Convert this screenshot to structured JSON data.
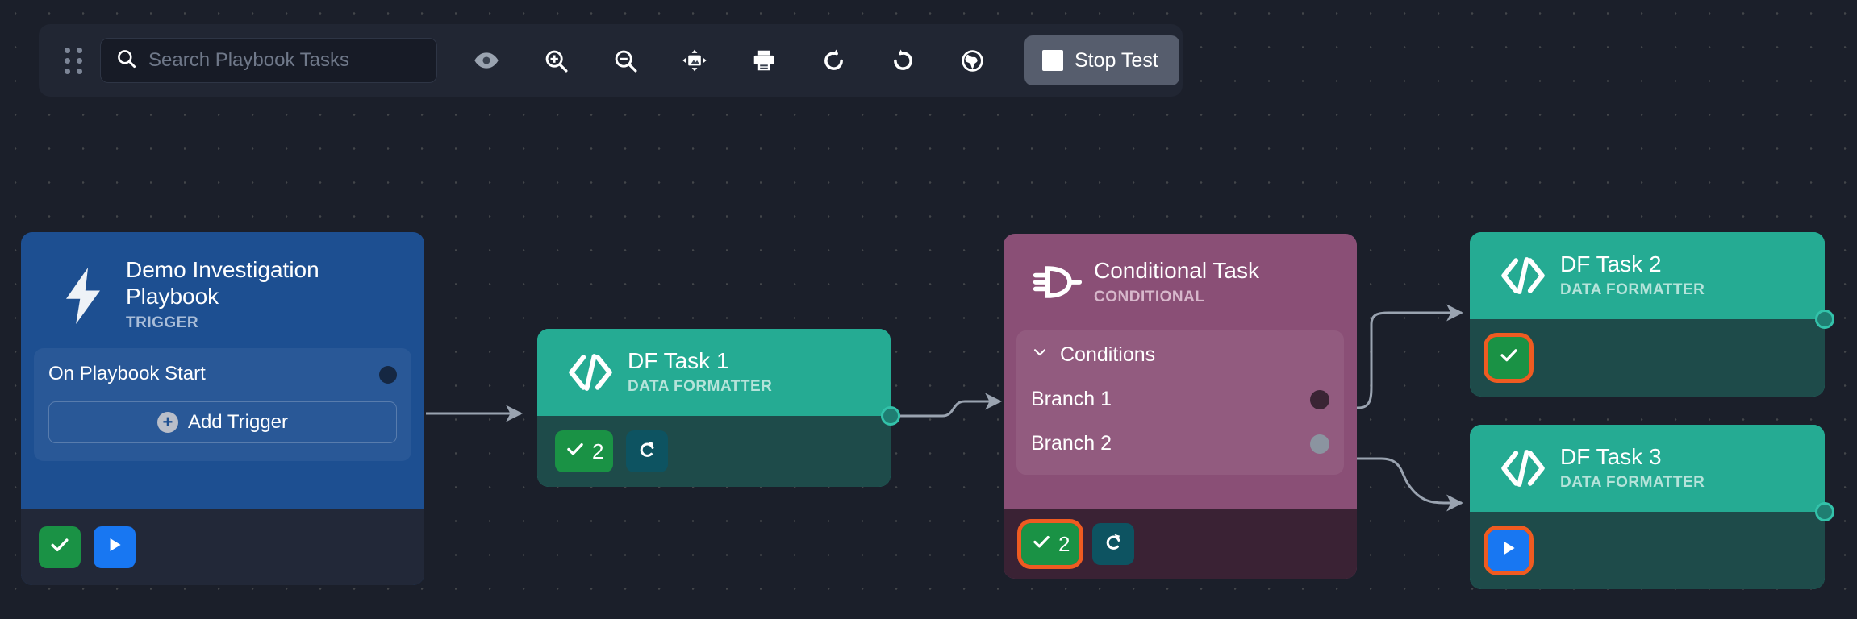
{
  "app": {
    "canvas_bg": "#1b1f2a",
    "accent_highlight": "#ef5b21"
  },
  "toolbar": {
    "drag_handle_icon": "grid-dots-handle-icon",
    "search": {
      "icon": "search-icon",
      "value": "",
      "placeholder": "Search Playbook Tasks"
    },
    "buttons": [
      {
        "name": "toggle-visibility-button",
        "icon": "eye-icon",
        "label": ""
      },
      {
        "name": "zoom-in-button",
        "icon": "zoom-in-icon",
        "label": ""
      },
      {
        "name": "zoom-out-button",
        "icon": "zoom-out-icon",
        "label": ""
      },
      {
        "name": "fit-to-screen-button",
        "icon": "fit-to-screen-icon",
        "label": ""
      },
      {
        "name": "print-button",
        "icon": "printer-icon",
        "label": ""
      },
      {
        "name": "redo-button",
        "icon": "redo-icon",
        "label": ""
      },
      {
        "name": "undo-button",
        "icon": "undo-icon",
        "label": ""
      },
      {
        "name": "globe-button",
        "icon": "globe-icon",
        "label": ""
      }
    ],
    "stop_test": {
      "label": "Stop Test",
      "icon": "stop-square-icon",
      "bg": "#565d6d"
    }
  },
  "nodes": {
    "trigger": {
      "icon": "lightning-bolt-icon",
      "title": "Demo Investigation Playbook",
      "subtitle": "TRIGGER",
      "color": "#1d4f91",
      "row_label": "On Playbook Start",
      "add_trigger_label": "Add Trigger",
      "add_trigger_icon": "plus-circle-icon",
      "footer": [
        {
          "name": "status-success-badge",
          "icon": "check-icon",
          "count": "",
          "color": "#1a9245",
          "highlight": false
        },
        {
          "name": "run-task-button",
          "icon": "play-icon",
          "count": "",
          "color": "#1877f2",
          "highlight": false
        }
      ]
    },
    "df1": {
      "icon": "code-brackets-icon",
      "title": "DF Task 1",
      "subtitle": "DATA FORMATTER",
      "color": "#25ab93",
      "footer": [
        {
          "name": "status-success-badge",
          "icon": "check-icon",
          "count": "2",
          "color": "#1a9245",
          "highlight": false
        },
        {
          "name": "rerun-task-button",
          "icon": "redo-arrow-icon",
          "count": "",
          "color": "#0d5361",
          "highlight": false
        }
      ]
    },
    "conditional": {
      "icon": "logic-gate-icon",
      "title": "Conditional Task",
      "subtitle": "CONDITIONAL",
      "color": "#8a4f76",
      "conditions_label": "Conditions",
      "conditions_chevron": "chevron-down-icon",
      "branches": [
        {
          "label": "Branch 1",
          "port_state": "dark"
        },
        {
          "label": "Branch 2",
          "port_state": "grey"
        }
      ],
      "footer": [
        {
          "name": "status-success-badge",
          "icon": "check-icon",
          "count": "2",
          "color": "#1a9245",
          "highlight": true
        },
        {
          "name": "rerun-task-button",
          "icon": "redo-arrow-icon",
          "count": "",
          "color": "#0d5361",
          "highlight": false
        }
      ]
    },
    "df2": {
      "icon": "code-brackets-icon",
      "title": "DF Task 2",
      "subtitle": "DATA FORMATTER",
      "color": "#25ab93",
      "footer": [
        {
          "name": "status-success-badge",
          "icon": "check-icon",
          "count": "",
          "color": "#1a9245",
          "highlight": true
        }
      ]
    },
    "df3": {
      "icon": "code-brackets-icon",
      "title": "DF Task 3",
      "subtitle": "DATA FORMATTER",
      "color": "#25ab93",
      "footer": [
        {
          "name": "run-task-button",
          "icon": "play-icon",
          "count": "",
          "color": "#1877f2",
          "highlight": true
        }
      ]
    }
  },
  "edges": [
    {
      "name": "edge-trigger-to-df1",
      "from": "trigger",
      "to": "df1"
    },
    {
      "name": "edge-df1-to-conditional",
      "from": "df1",
      "to": "conditional"
    },
    {
      "name": "edge-branch1-to-df2",
      "from": "conditional-branch-1",
      "to": "df2"
    },
    {
      "name": "edge-branch2-to-df3",
      "from": "conditional-branch-2",
      "to": "df3"
    }
  ]
}
